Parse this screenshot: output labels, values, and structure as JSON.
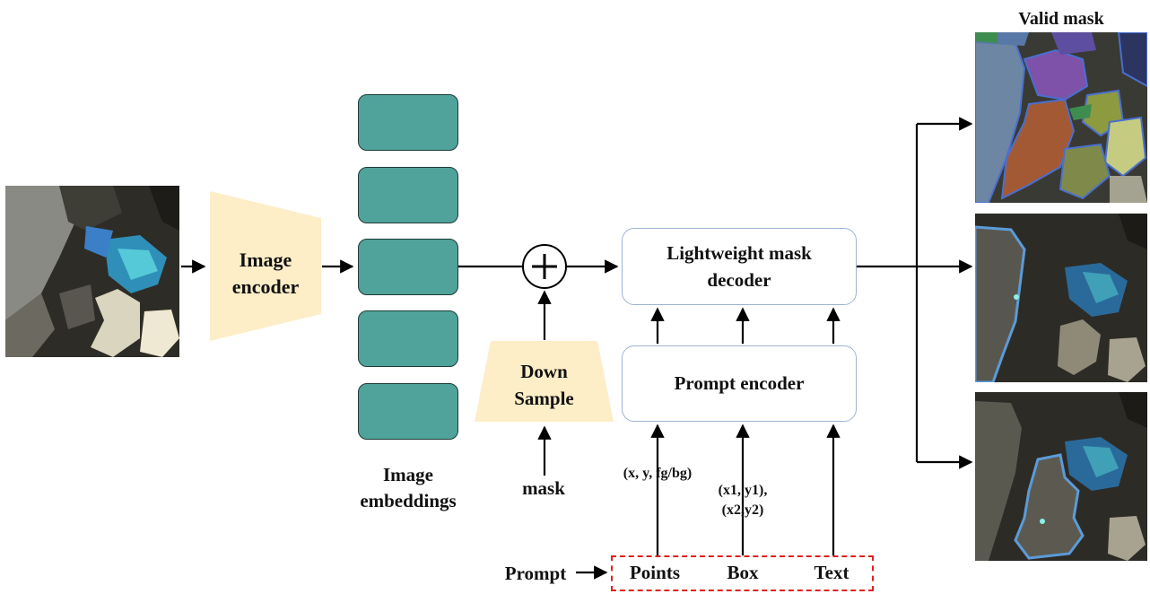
{
  "title": "Valid mask",
  "encoder": {
    "label_line1": "Image",
    "label_line2": "encoder"
  },
  "embeddings": {
    "count": 5,
    "label_line1": "Image",
    "label_line2": "embeddings"
  },
  "downsample": {
    "label_line1": "Down",
    "label_line2": "Sample",
    "input": "mask"
  },
  "decoder": {
    "label_line1": "Lightweight mask",
    "label_line2": "decoder"
  },
  "prompt_encoder": {
    "label": "Prompt encoder"
  },
  "prompt_inputs": {
    "points_format": "(x, y, fg/bg)",
    "box_format_line1": "(x1, y1),",
    "box_format_line2": "(x2,y2)"
  },
  "prompt": {
    "label": "Prompt",
    "items": [
      "Points",
      "Box",
      "Text"
    ]
  },
  "colors": {
    "trapezoid_fill": "#fdeec8",
    "embedding_fill": "#4fa39a",
    "box_border": "#9fb3d6",
    "prompt_border": "#e02020"
  },
  "icons": {
    "combine": "plus-circle-icon"
  }
}
